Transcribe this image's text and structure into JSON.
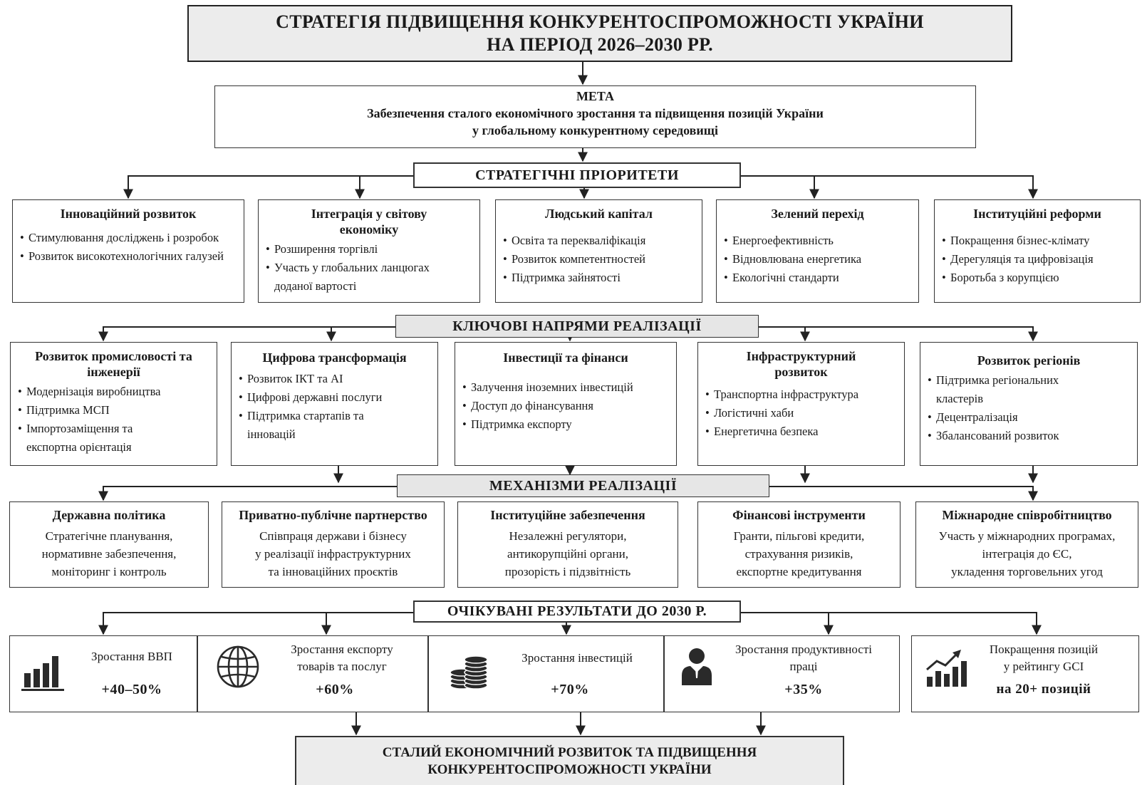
{
  "title": {
    "line1": "СТРАТЕГІЯ ПІДВИЩЕННЯ КОНКУРЕНТОСПРОМОЖНОСТІ УКРАЇНИ",
    "line2": "НА ПЕРІОД 2026–2030 РР."
  },
  "goal": {
    "label": "МЕТА",
    "line1": "Забезпечення сталого економічного зростання та підвищення позицій України",
    "line2": "у глобальному конкурентному середовищі"
  },
  "priorities": {
    "header": "СТРАТЕГІЧНІ ПРІОРИТЕТИ",
    "items": [
      {
        "title": "Інноваційний розвиток",
        "bullets": [
          "Стимулювання досліджень і розробок",
          "Розвиток високотехнологічних галузей"
        ]
      },
      {
        "title": "Інтеграція у світову економіку",
        "bullets": [
          "Розширення торгівлі",
          "Участь у глобальних ланцюгах доданої вартості"
        ]
      },
      {
        "title": "Людський капітал",
        "bullets": [
          "Освіта та перекваліфікація",
          "Розвиток компетентностей",
          "Підтримка зайнятості"
        ]
      },
      {
        "title": "Зелений перехід",
        "bullets": [
          "Енергоефективність",
          "Відновлювана енергетика",
          "Екологічні стандарти"
        ]
      },
      {
        "title": "Інституційні реформи",
        "bullets": [
          "Покращення бізнес-клімату",
          "Дерегуляція та цифровізація",
          "Боротьба з корупцією"
        ]
      }
    ]
  },
  "directions": {
    "header": "КЛЮЧОВІ НАПРЯМИ РЕАЛІЗАЦІЇ",
    "items": [
      {
        "title": "Розвиток промисловості та інженерії",
        "bullets": [
          "Модернізація виробництва",
          "Підтримка МСП",
          "Імпортозаміщення та експортна орієнтація"
        ]
      },
      {
        "title": "Цифрова трансформація",
        "bullets": [
          "Розвиток ІКТ та АІ",
          "Цифрові державні послуги",
          "Підтримка стартапів та інновацій"
        ]
      },
      {
        "title": "Інвестиції та фінанси",
        "bullets": [
          "Залучення іноземних інвестицій",
          "Доступ до фінансування",
          "Підтримка експорту"
        ]
      },
      {
        "title": "Інфраструктурний розвиток",
        "bullets": [
          "Транспортна інфраструктура",
          "Логістичні хаби",
          "Енергетична безпека"
        ]
      },
      {
        "title": "Розвиток регіонів",
        "bullets": [
          "Підтримка регіональних кластерів",
          "Децентралізація",
          "Збалансований розвиток"
        ]
      }
    ]
  },
  "mechanisms": {
    "header": "МЕХАНІЗМИ РЕАЛІЗАЦІЇ",
    "items": [
      {
        "title": "Державна політика",
        "lines": [
          "Стратегічне планування,",
          "нормативне забезпечення,",
          "моніторинг і контроль"
        ]
      },
      {
        "title": "Приватно-публічне партнерство",
        "lines": [
          "Співпраця держави і бізнесу",
          "у реалізації інфраструктурних",
          "та інноваційних проєктів"
        ]
      },
      {
        "title": "Інституційне забезпечення",
        "lines": [
          "Незалежні регулятори,",
          "антикорупційні органи,",
          "прозорість і підзвітність"
        ]
      },
      {
        "title": "Фінансові інструменти",
        "lines": [
          "Гранти, пільгові кредити,",
          "страхування ризиків,",
          "експортне кредитування"
        ]
      },
      {
        "title": "Міжнародне співробітництво",
        "lines": [
          "Участь у міжнародних програмах,",
          "інтеграція до ЄС,",
          "укладення торговельних угод"
        ]
      }
    ]
  },
  "results": {
    "header": "ОЧІКУВАНІ РЕЗУЛЬТАТИ ДО 2030 Р.",
    "items": [
      {
        "icon": "bar-chart-icon",
        "label_lines": [
          "Зростання ВВП"
        ],
        "value": "+40–50%"
      },
      {
        "icon": "globe-icon",
        "label_lines": [
          "Зростання експорту",
          "товарів та послуг"
        ],
        "value": "+60%"
      },
      {
        "icon": "coins-icon",
        "label_lines": [
          "Зростання інвестицій"
        ],
        "value": "+70%"
      },
      {
        "icon": "person-icon",
        "label_lines": [
          "Зростання продуктивності",
          "праці"
        ],
        "value": "+35%"
      },
      {
        "icon": "growth-chart-icon",
        "label_lines": [
          "Покращення позицій",
          "у рейтингу GCI"
        ],
        "value": "на 20+ позицій"
      }
    ]
  },
  "final": {
    "line1": "СТАЛИЙ ЕКОНОМІЧНИЙ РОЗВИТОК ТА ПІДВИЩЕННЯ",
    "line2": "КОНКУРЕНТОСПРОМОЖНОСТІ УКРАЇНИ"
  }
}
